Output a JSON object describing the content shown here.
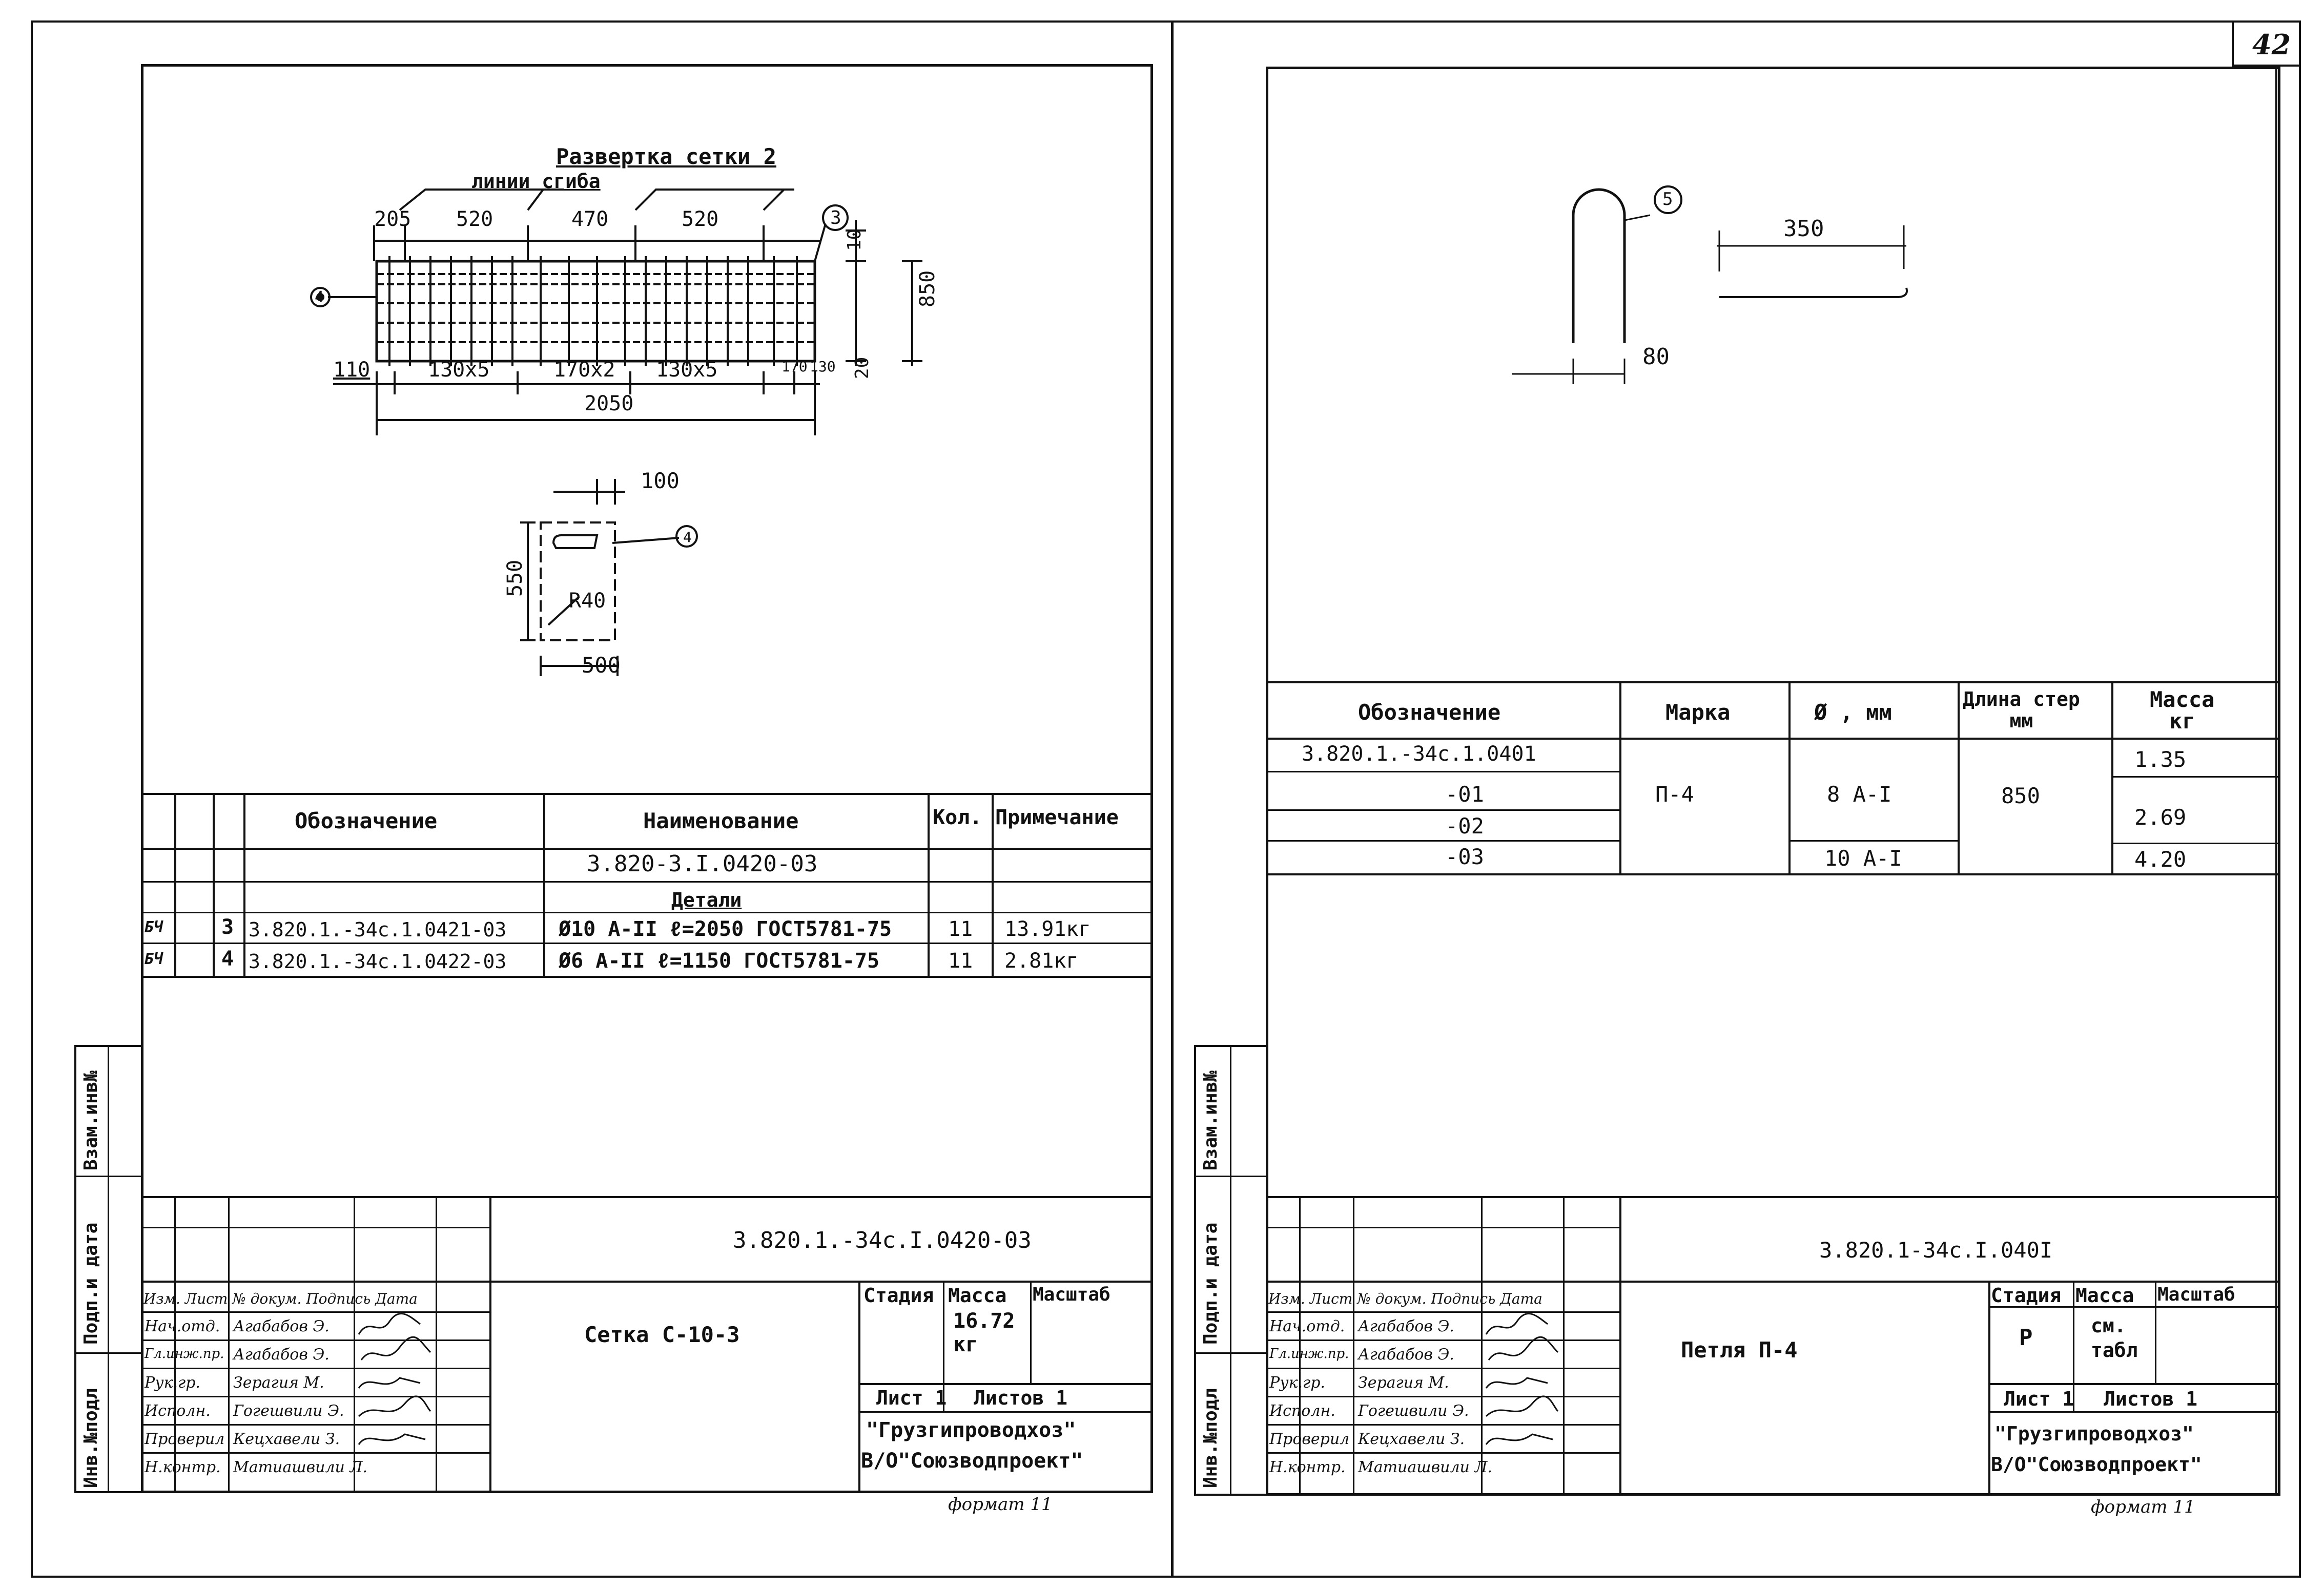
{
  "page_number": "42",
  "left_sheet": {
    "grid_title": "Развертка сетки 2",
    "bend_lines_label": "линии сгиба",
    "top_dims": [
      "205",
      "520",
      "470",
      "520"
    ],
    "right_dims": [
      "10",
      "850",
      "20"
    ],
    "bottom_dims": [
      "110",
      "130x5",
      "170x2",
      "130x5",
      "170",
      "130"
    ],
    "total_width": "2050",
    "marks": {
      "bar3": "3",
      "bar4": "4",
      "section4": "4"
    },
    "section_dims": {
      "top": "100",
      "height": "550",
      "width": "500",
      "radius": "R40"
    },
    "spec_headers": [
      "Обозначение",
      "Наименование",
      "Кол.",
      "Примечание"
    ],
    "spec_rows": [
      {
        "pos": "",
        "designation": "",
        "name": "3.820-3.I.0420-03",
        "qty": "",
        "note": ""
      },
      {
        "pos": "",
        "designation": "",
        "name": "Детали",
        "qty": "",
        "note": ""
      },
      {
        "zone": "БЧ",
        "pos": "3",
        "designation": "3.820.1.-34с.1.0421-03",
        "name": "Ø10 А-II ℓ=2050 ГОСТ5781-75",
        "qty": "11",
        "note": "13.91кг"
      },
      {
        "zone": "БЧ",
        "pos": "4",
        "designation": "3.820.1.-34с.1.0422-03",
        "name": "Ø6 А-II ℓ=1150 ГОСТ5781-75",
        "qty": "11",
        "note": "2.81кг"
      }
    ],
    "side_labels": [
      "Инв.№подл",
      "Подп.и дата",
      "Взам.инв№"
    ],
    "title_block": {
      "code": "3.820.1.-34с.I.0420-03",
      "name": "Сетка С-10-3",
      "stage_label": "Стадия",
      "mass_label": "Масса",
      "scale_label": "Масштаб",
      "stage": "",
      "mass": "16.72\nкг",
      "scale": "",
      "sheet_label": "Лист 1",
      "sheets_label": "Листов 1",
      "org1": "\"Грузгипроводхоз\"",
      "org2": "В/О\"Союзводпроект\"",
      "people_header": [
        "Изм.",
        "Лист",
        "№ докум.",
        "Подпись",
        "Дата"
      ],
      "people": [
        {
          "role": "Нач.отд.",
          "name": "Агабабов Э."
        },
        {
          "role": "Гл.инж.пр.",
          "name": "Агабабов Э."
        },
        {
          "role": "Рук.гр.",
          "name": "Зерагия М."
        },
        {
          "role": "Исполн.",
          "name": "Гогешвили Э."
        },
        {
          "role": "Проверил",
          "name": "Кецхавели З."
        },
        {
          "role": "Н.контр.",
          "name": "Матиашвили Л."
        }
      ]
    },
    "format": "формат 11"
  },
  "right_sheet": {
    "loop_dims": {
      "mark": "5",
      "length": "350",
      "width": "80"
    },
    "table_headers": [
      "Обозначение",
      "Марка",
      "Ø , мм",
      "Длина стер\nмм",
      "Масса\nкг"
    ],
    "table_rows": [
      {
        "designation": "3.820.1.-34с.1.0401",
        "mark": "П-4",
        "diameter": "8 А-I",
        "length": "850",
        "mass": "1.35"
      },
      {
        "designation": "-01",
        "mark": "",
        "diameter": "",
        "length": "",
        "mass": ""
      },
      {
        "designation": "-02",
        "mark": "",
        "diameter": "",
        "length": "",
        "mass": "2.69"
      },
      {
        "designation": "-03",
        "mark": "",
        "diameter": "10 А-I",
        "length": "",
        "mass": "4.20"
      }
    ],
    "side_labels": [
      "Инв.№подл",
      "Подп.и дата",
      "Взам.инв№"
    ],
    "title_block": {
      "code": "3.820.1-34с.I.040I",
      "name": "Петля П-4",
      "stage_label": "Стадия",
      "mass_label": "Масса",
      "scale_label": "Масштаб",
      "stage": "Р",
      "mass": "см.\nтабл",
      "scale": "",
      "sheet_label": "Лист 1",
      "sheets_label": "Листов 1",
      "org1": "\"Грузгипроводхоз\"",
      "org2": "В/О\"Союзводпроект\"",
      "people_header": [
        "Изм.",
        "Лист",
        "№ докум.",
        "Подпись",
        "Дата"
      ],
      "people": [
        {
          "role": "Нач.отд.",
          "name": "Агабабов Э."
        },
        {
          "role": "Гл.инж.пр.",
          "name": "Агабабов Э."
        },
        {
          "role": "Рук.гр.",
          "name": "Зерагия М."
        },
        {
          "role": "Исполн.",
          "name": "Гогешвили Э."
        },
        {
          "role": "Проверил",
          "name": "Кецхавели З."
        },
        {
          "role": "Н.контр.",
          "name": "Матиашвили Л."
        }
      ]
    },
    "format": "формат 11"
  }
}
